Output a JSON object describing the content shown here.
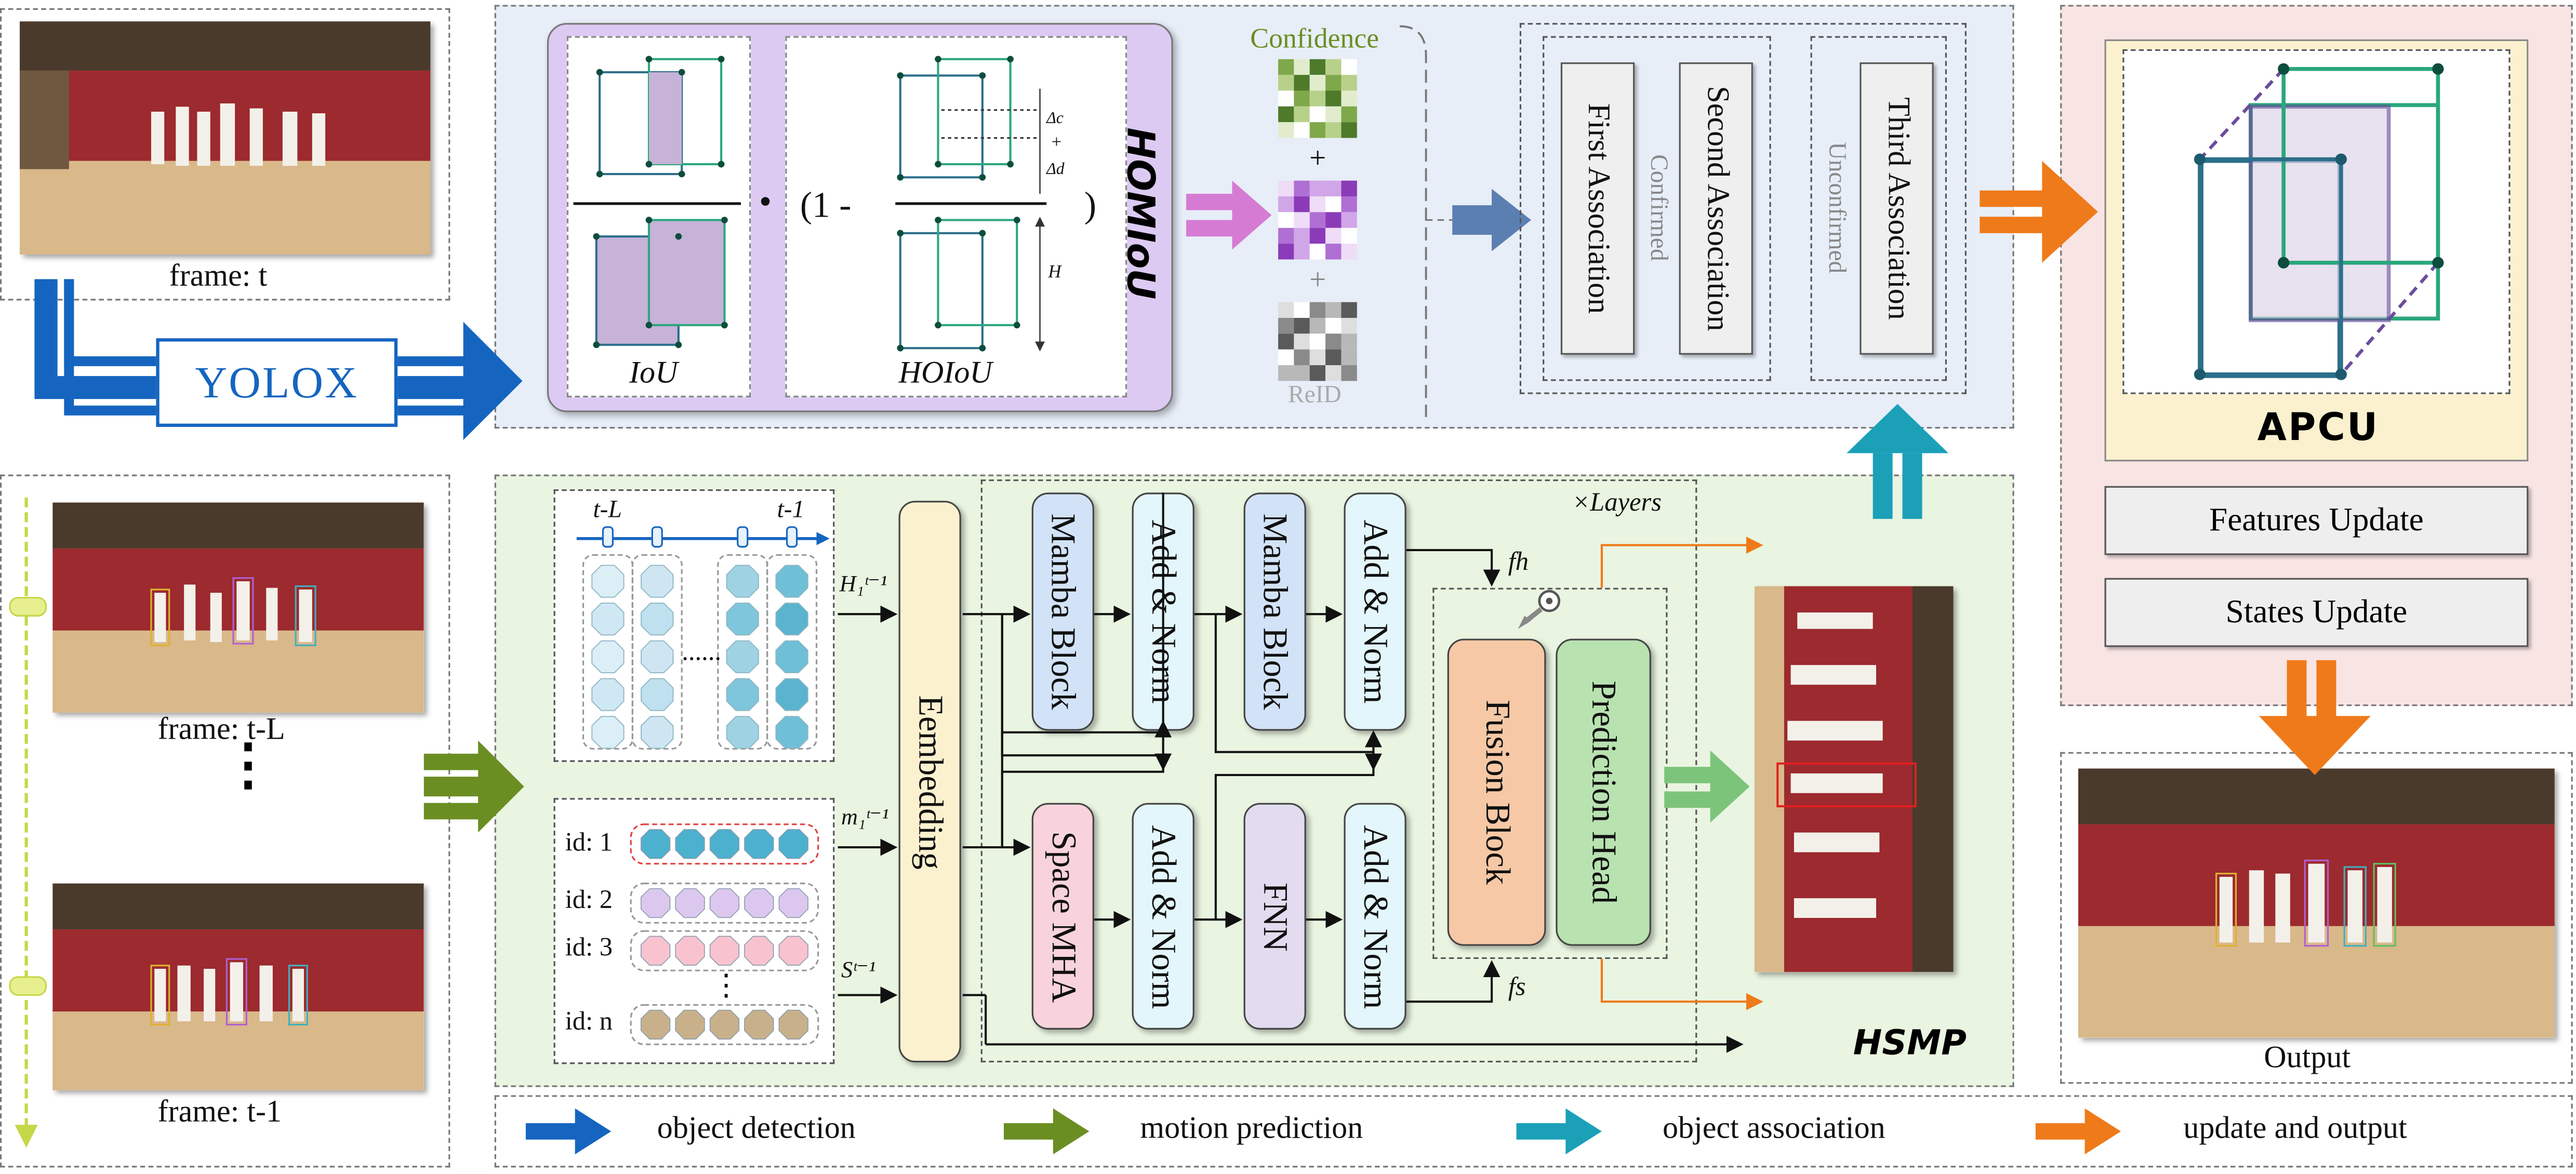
{
  "frames": {
    "top": "frame: t",
    "mid": "frame: t-L",
    "bottom": "frame: t-1",
    "ellipsis": "⋮",
    "output": "Output"
  },
  "detector": "YOLOX",
  "homiou": {
    "title": "HOMIoU",
    "iou_label": "IoU",
    "hoiou_label": "HOIoU",
    "open_paren": "(1 -",
    "close_paren": ")",
    "dot_operator": "•",
    "delta_c": "Δc",
    "plus": "+",
    "delta_d": "Δd",
    "height": "H"
  },
  "matrices": {
    "confidence": "Confidence",
    "plus1": "+",
    "plus2": "+",
    "reid": "ReID"
  },
  "association": {
    "first": "First Association",
    "second": "Second Association",
    "confirmed": "Confirmed",
    "unconfirmed": "Unconfirmed",
    "third": "Third Association"
  },
  "apcu": {
    "title": "APCU",
    "features_update": "Features Update",
    "states_update": "States Update"
  },
  "hsmp": {
    "title": "HSMP",
    "t_minus_L": "t-L",
    "t_minus_1": "t-1",
    "h_label": "H₁ᵗ⁻¹",
    "m_label": "m₁ᵗ⁻¹",
    "s_label": "Sᵗ⁻¹",
    "embedding": "Eembedding",
    "mamba1": "Mamba Block",
    "addnorm1": "Add & Norm",
    "mamba2": "Mamba Block",
    "addnorm2": "Add & Norm",
    "space_mha": "Space MHA",
    "addnorm3": "Add & Norm",
    "fnn": "FNN",
    "addnorm4": "Add & Norm",
    "layers": "×Layers",
    "fh": "fh",
    "fs": "fs",
    "fusion": "Fusion Block",
    "prediction": "Prediction Head",
    "ids": [
      "id: 1",
      "id: 2",
      "id: 3",
      "id: n"
    ],
    "dots": "⋮"
  },
  "legend": {
    "detection": "object detection",
    "motion": "motion prediction",
    "association": "object association",
    "update": "update and output"
  },
  "colors": {
    "blue": "#1565c0",
    "olive": "#6b8e23",
    "teal": "#1ba0b8",
    "orange": "#ef7a1a",
    "homiou_bg": "#dccaf2",
    "hsmp_bg": "#e9f4e1",
    "top_bg": "#e7eef8",
    "apcu_bg": "#f9e4e4",
    "apcu_inner": "#fbf1cf"
  }
}
